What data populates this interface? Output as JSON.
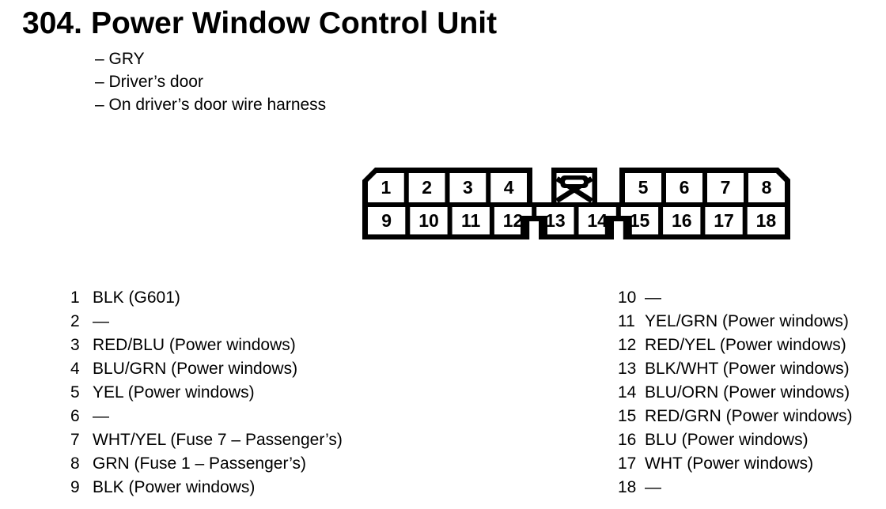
{
  "header": {
    "number": "304.",
    "title": "Power Window Control Unit",
    "bullets": [
      "– GRY",
      "– Driver’s door",
      "– On driver’s door wire harness"
    ]
  },
  "connector": {
    "pins_top": [
      "1",
      "2",
      "3",
      "4",
      "5",
      "6",
      "7",
      "8"
    ],
    "pins_bottom": [
      "9",
      "10",
      "11",
      "12",
      "13",
      "14",
      "15",
      "16",
      "17",
      "18"
    ],
    "latch_icon": "crossed-box-latch"
  },
  "pin_list": {
    "left": [
      {
        "num": "1",
        "desc": "BLK (G601)"
      },
      {
        "num": "2",
        "desc": "—"
      },
      {
        "num": "3",
        "desc": "RED/BLU (Power windows)"
      },
      {
        "num": "4",
        "desc": "BLU/GRN (Power windows)"
      },
      {
        "num": "5",
        "desc": "YEL (Power windows)"
      },
      {
        "num": "6",
        "desc": "—"
      },
      {
        "num": "7",
        "desc": "WHT/YEL (Fuse 7 – Passenger’s)"
      },
      {
        "num": "8",
        "desc": "GRN (Fuse 1 – Passenger’s)"
      },
      {
        "num": "9",
        "desc": "BLK (Power windows)"
      }
    ],
    "right": [
      {
        "num": "10",
        "desc": "—"
      },
      {
        "num": "11",
        "desc": "YEL/GRN (Power windows)"
      },
      {
        "num": "12",
        "desc": "RED/YEL (Power windows)"
      },
      {
        "num": "13",
        "desc": "BLK/WHT (Power windows)"
      },
      {
        "num": "14",
        "desc": "BLU/ORN (Power windows)"
      },
      {
        "num": "15",
        "desc": "RED/GRN (Power windows)"
      },
      {
        "num": "16",
        "desc": "BLU (Power windows)"
      },
      {
        "num": "17",
        "desc": "WHT (Power windows)"
      },
      {
        "num": "18",
        "desc": "—"
      }
    ]
  },
  "colors": {
    "ink": "#000000",
    "paper": "#ffffff"
  }
}
